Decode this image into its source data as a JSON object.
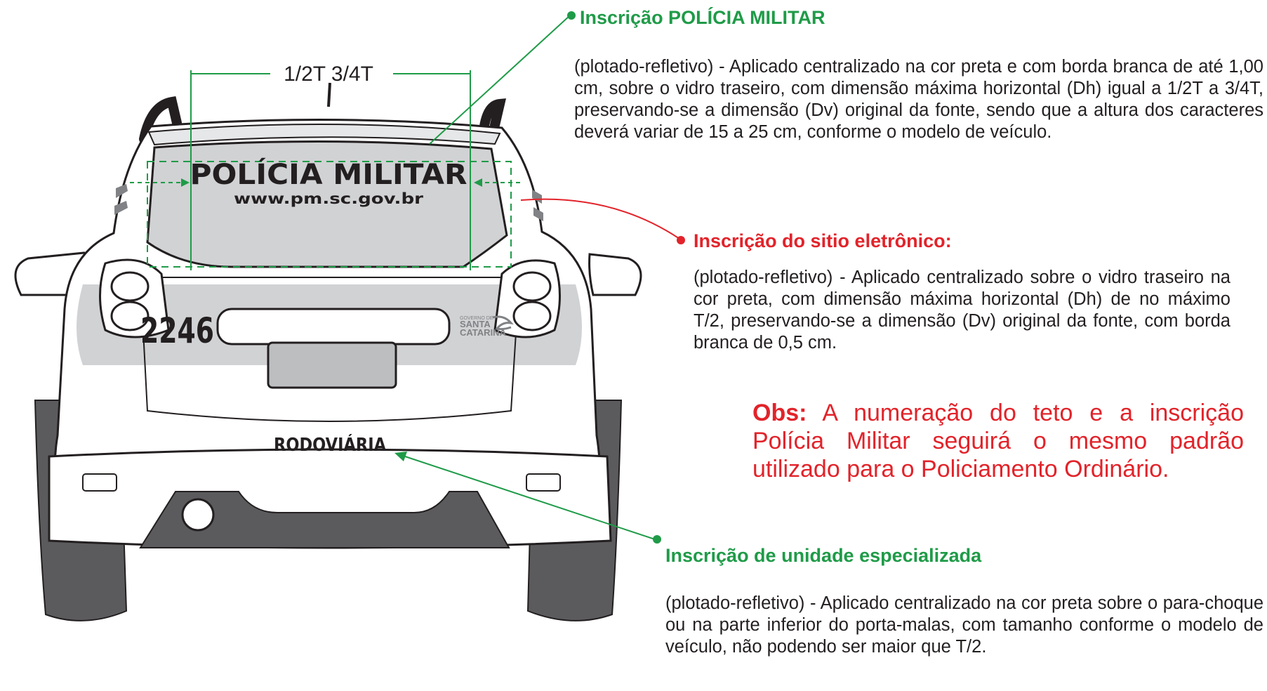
{
  "vehicle": {
    "window_text": "POLÍCIA MILITAR",
    "website": "www.pm.sc.gov.br",
    "number": "2246",
    "unit": "RODOVIÁRIA",
    "dimension_label": "1/2T 3/4T",
    "logo": {
      "line1": "GOVERNO DE",
      "line2": "SANTA",
      "line3": "CATARINA"
    }
  },
  "annotations": [
    {
      "title": "Inscrição POLÍCIA MILITAR",
      "text": "(plotado-refletivo) - Aplicado centralizado na cor preta e com borda branca de até 1,00 cm, sobre o vidro traseiro, com dimensão máxima horizontal (Dh) igual a 1/2T a 3/4T, preservando-se a dimensão (Dv) original da fonte, sendo que a altura dos caracteres deverá variar de 15 a 25 cm, conforme o modelo de veículo."
    },
    {
      "title": "Inscrição do sitio eletrônico:",
      "text": "(plotado-refletivo) - Aplicado centralizado sobre o vidro traseiro na cor preta, com dimensão máxima horizontal (Dh) de no máximo T/2, preservando-se a dimensão (Dv) original da fonte, com borda branca de 0,5 cm."
    },
    {
      "title": "Inscrição de unidade especializada",
      "text": "(plotado-refletivo) - Aplicado centralizado na cor preta sobre o para-choque ou na parte inferior do porta-malas, com tamanho conforme o modelo de veículo, não podendo ser maior que T/2."
    }
  ],
  "obs": {
    "label": "Obs:",
    "text": " A numeração do teto e a inscrição Polícia Militar seguirá o mesmo padrão utilizado para o Policiamento Ordinário."
  },
  "colors": {
    "green": "#1f9b48",
    "red": "#e2232a",
    "text": "#231f20",
    "gray": "#d1d2d4"
  }
}
